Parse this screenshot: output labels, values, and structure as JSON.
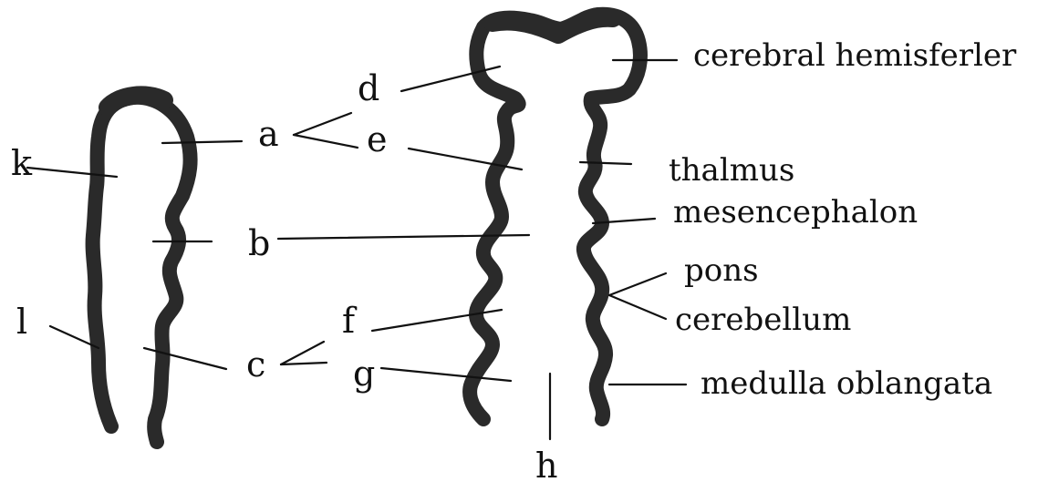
{
  "diagram": {
    "labels": {
      "a": "a",
      "b": "b",
      "c": "c",
      "d": "d",
      "e": "e",
      "f": "f",
      "g": "g",
      "h": "h",
      "k": "k",
      "l": "l"
    },
    "terms": {
      "cerebral": "cerebral hemisferler",
      "thalmus": "thalmus",
      "mesencephalon": "mesencephalon",
      "pons": "pons",
      "cerebellum": "cerebellum",
      "medulla": "medulla oblangata"
    }
  }
}
